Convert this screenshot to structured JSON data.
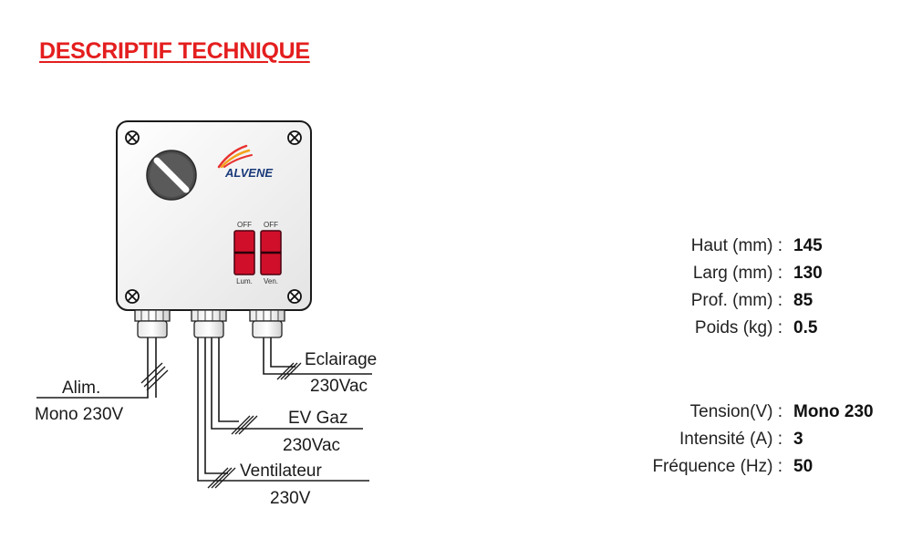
{
  "page": {
    "title": "DESCRIPTIF TECHNIQUE"
  },
  "device": {
    "brand": "ALVENE",
    "switch_off_labels": [
      "OFF",
      "OFF"
    ],
    "switch_labels": [
      "Lum.",
      "Ven."
    ],
    "switch_color": "#d0102a",
    "accent_colors": [
      "#e8312e",
      "#f3a21a"
    ]
  },
  "wiring": {
    "alim": {
      "line1": "Alim.",
      "line2": "Mono 230V"
    },
    "eclairage": {
      "line1": "Eclairage",
      "line2": "230Vac"
    },
    "ev_gaz": {
      "line1": "EV Gaz",
      "line2": "230Vac"
    },
    "ventilateur": {
      "line1": "Ventilateur",
      "line2": "230V"
    }
  },
  "specs": {
    "dimensions": [
      {
        "label": "Haut (mm) :",
        "value": "145"
      },
      {
        "label": "Larg (mm) :",
        "value": "130"
      },
      {
        "label": "Prof. (mm) :",
        "value": "85"
      },
      {
        "label": "Poids (kg) :",
        "value": "0.5"
      }
    ],
    "electrical": [
      {
        "label": "Tension(V) :",
        "value": "Mono 230"
      },
      {
        "label": "Intensité (A) :",
        "value": "3"
      },
      {
        "label": "Fréquence (Hz) :",
        "value": "50"
      }
    ]
  }
}
